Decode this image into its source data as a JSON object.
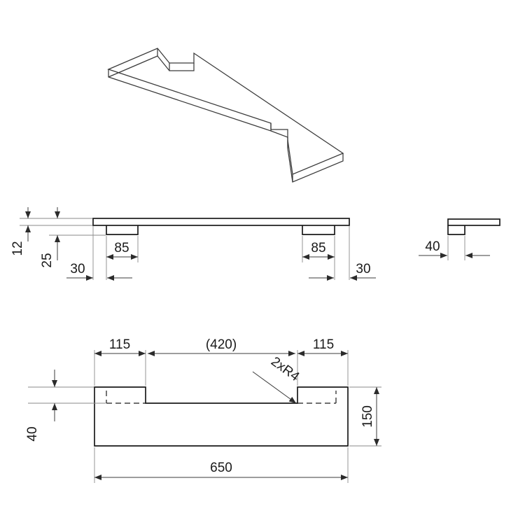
{
  "drawing": {
    "title": "Handle bracket / shelf rail technical drawing",
    "units": "mm",
    "line_color": "#1a1a1a",
    "dimension_color": "#3b3b3b",
    "background": "#ffffff",
    "views": [
      {
        "name": "isometric-view",
        "label": ""
      },
      {
        "name": "front-view",
        "label": ""
      },
      {
        "name": "side-view",
        "label": ""
      },
      {
        "name": "plan-view",
        "label": ""
      }
    ]
  },
  "dimensions": {
    "front_view": {
      "thickness": "12",
      "total_height": "25",
      "left_offset": "30",
      "left_foot_width": "85",
      "right_foot_width": "85",
      "right_offset": "30"
    },
    "side_view": {
      "depth": "40"
    },
    "plan_view": {
      "left_segment": "115",
      "center_segment": "(420)",
      "right_segment": "115",
      "notch_depth": "40",
      "total_depth": "150",
      "total_length": "650",
      "radius_note": "2xR4"
    }
  }
}
